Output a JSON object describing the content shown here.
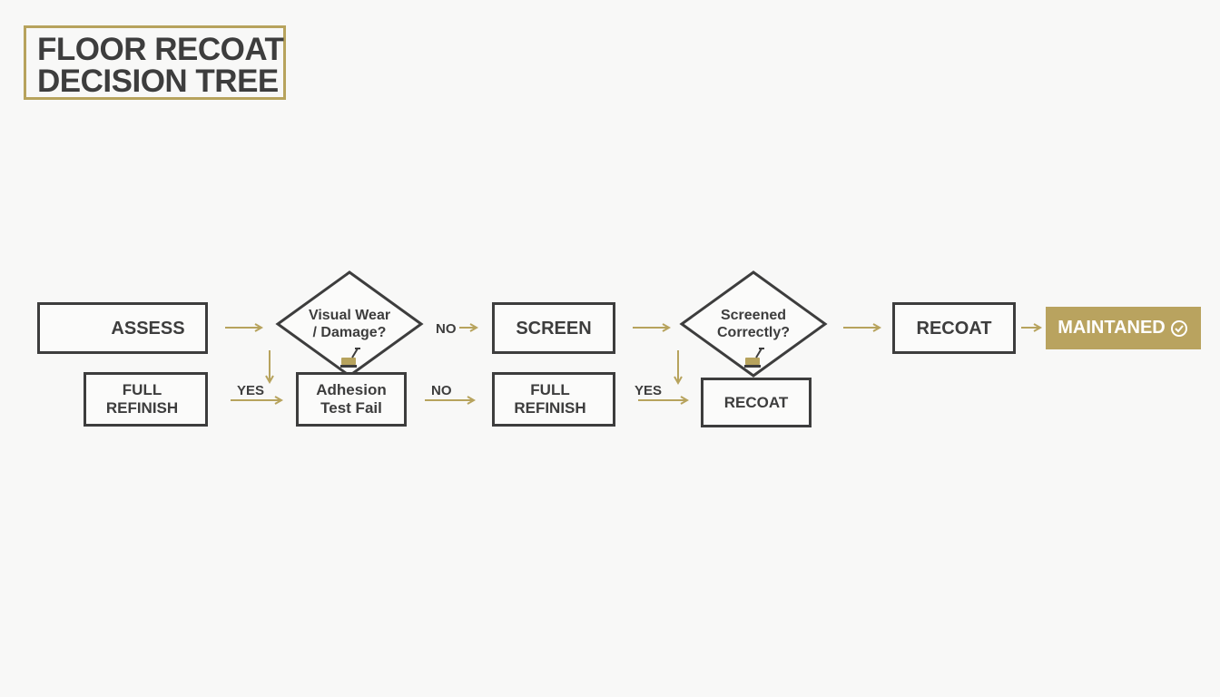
{
  "title": {
    "line1": "FLOOR RECOAT",
    "line2": "DECISION TREE"
  },
  "nodes": {
    "assess": "ASSESS",
    "visual_wear": "Visual Wear\n/ Damage?",
    "screen": "SCREEN",
    "screened_correctly": "Screened\nCorrectly?",
    "recoat_top": "RECOAT",
    "maintained": "MAINTANED",
    "full_refinish_1": "FULL\nREFINISH",
    "adhesion_test": "Adhesion\nTest Fail",
    "full_refinish_2": "FULL\nREFINISH",
    "recoat_bottom": "RECOAT"
  },
  "edge_labels": {
    "no_1": "NO",
    "yes_1": "YES",
    "no_2": "NO",
    "yes_2": "YES"
  },
  "icons": {
    "assess": "magnifier-icon",
    "refinish": "trash-icon",
    "diamond": "floor-sander-icon",
    "maintained": "check-circle-icon"
  },
  "colors": {
    "accent": "#b7a35d",
    "ink": "#3d3d3d",
    "background": "#f8f8f7"
  }
}
